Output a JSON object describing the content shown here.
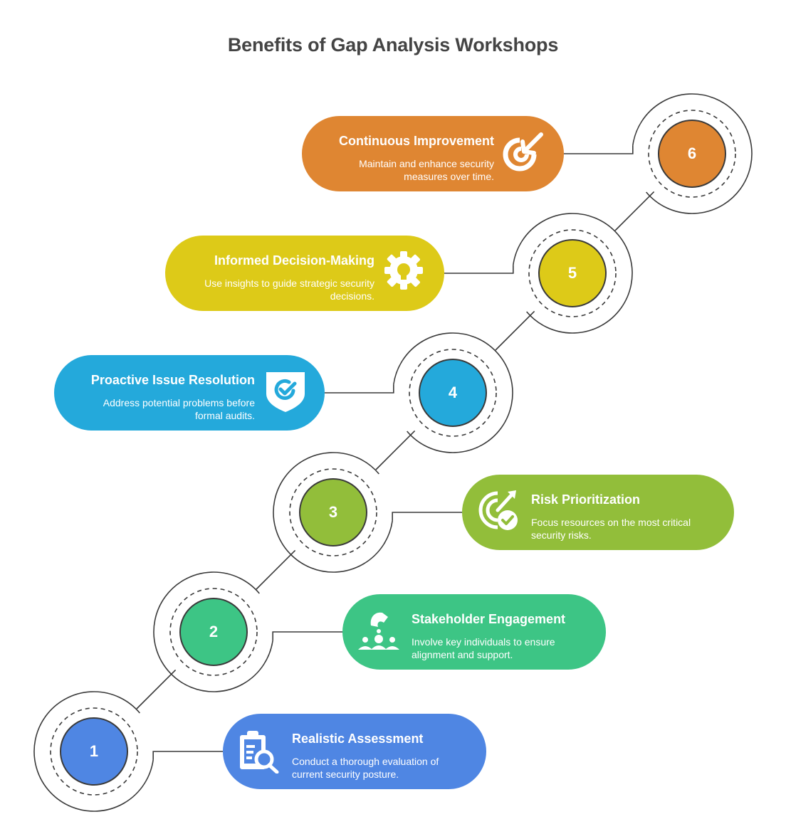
{
  "title": "Benefits of Gap Analysis Workshops",
  "steps": [
    {
      "number": "1",
      "title": "Realistic Assessment",
      "description": "Conduct a thorough evaluation of current security posture.",
      "desc_lines": [
        "Conduct a thorough evaluation of",
        "current security posture."
      ],
      "icon": "clipboard-search-icon",
      "color": "#4F86E3"
    },
    {
      "number": "2",
      "title": "Stakeholder Engagement",
      "description": "Involve key individuals to ensure alignment and support.",
      "desc_lines": [
        "Involve key individuals to ensure",
        "alignment and support."
      ],
      "icon": "team-magnet-icon",
      "color": "#3DC585"
    },
    {
      "number": "3",
      "title": "Risk Prioritization",
      "description": "Focus resources on the most critical security risks.",
      "desc_lines": [
        "Focus resources on the most critical",
        "security risks."
      ],
      "icon": "target-check-icon",
      "color": "#92BE3A"
    },
    {
      "number": "4",
      "title": "Proactive Issue Resolution",
      "description": "Address potential problems before formal audits.",
      "desc_lines": [
        "Address potential problems before",
        "formal audits."
      ],
      "icon": "shield-check-icon",
      "color": "#24A9DB"
    },
    {
      "number": "5",
      "title": "Informed Decision-Making",
      "description": "Use insights to guide strategic security decisions.",
      "desc_lines": [
        "Use insights to guide strategic security",
        "decisions."
      ],
      "icon": "gear-bulb-icon",
      "color": "#DDCA18"
    },
    {
      "number": "6",
      "title": "Continuous Improvement",
      "description": "Maintain and enhance security measures over time.",
      "desc_lines": [
        "Maintain and enhance security",
        "measures over time."
      ],
      "icon": "target-arrow-icon",
      "color": "#DF8632"
    }
  ]
}
